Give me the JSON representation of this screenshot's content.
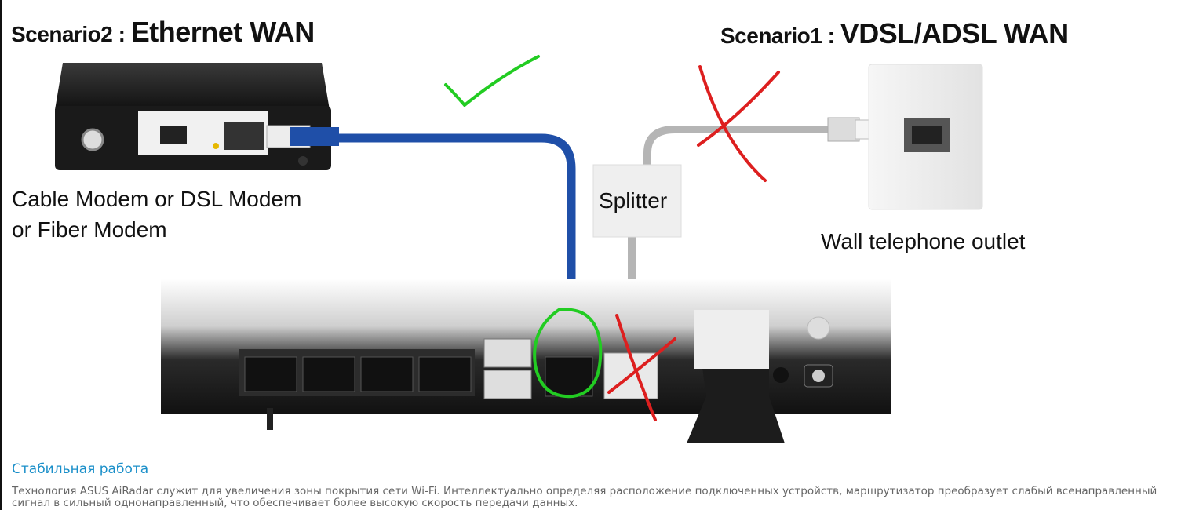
{
  "diagram": {
    "scenario2_prefix": "Scenario2 : ",
    "scenario2_title": "Ethernet WAN",
    "scenario1_prefix": "Scenario1 : ",
    "scenario1_title": "VDSL/ADSL WAN",
    "modem_label_line1": "Cable Modem or DSL Modem",
    "modem_label_line2": "or Fiber Modem",
    "splitter_label": "Splitter",
    "outlet_label": "Wall telephone outlet",
    "colors": {
      "ethernet_cable": "#1f4fa8",
      "phone_cable": "#b5b5b5",
      "check_mark": "#22cc22",
      "cross_mark": "#dd1f1f",
      "router_body": "#1d1d1f"
    }
  },
  "section": {
    "title": "Стабильная работа",
    "text_line1": "Технология ASUS AiRadar служит для увеличения зоны покрытия сети Wi-Fi. Интеллектуально определяя расположение подключенных устройств, маршрутизатор преобразует слабый всенаправленный",
    "text_line2": "сигнал в сильный однонаправленный, что обеспечивает более высокую скорость передачи данных."
  }
}
